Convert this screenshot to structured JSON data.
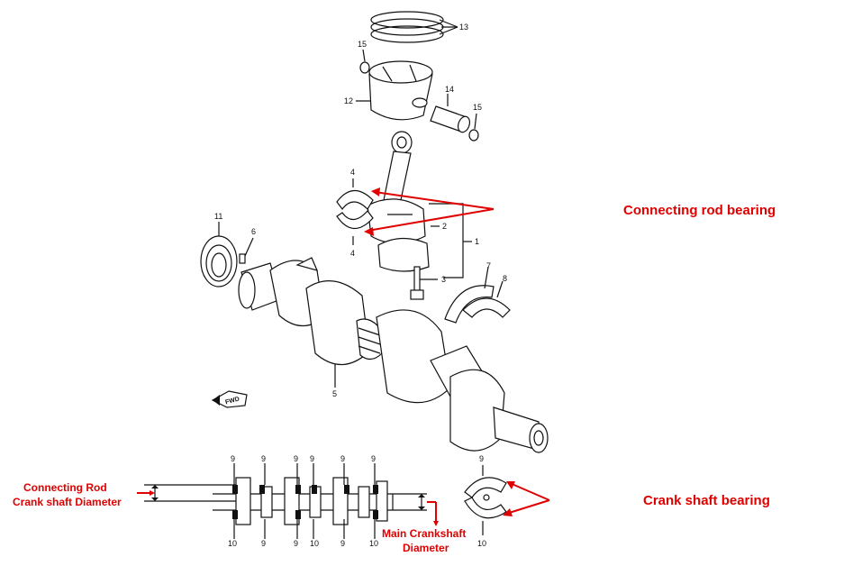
{
  "part_numbers": {
    "p1": "1",
    "p2": "2",
    "p3": "3",
    "p4_top": "4",
    "p4_bottom": "4",
    "p5": "5",
    "p6": "6",
    "p7": "7",
    "p8": "8",
    "p9_a": "9",
    "p9_b": "9",
    "p9_c": "9",
    "p9_d": "9",
    "p9_e": "9",
    "p9_f": "9",
    "p9_g": "9",
    "p9_h": "9",
    "p9_i": "9",
    "p9_bearing": "9",
    "p10_a": "10",
    "p10_b": "10",
    "p10_c": "10",
    "p10_bearing": "10",
    "p11": "11",
    "p12": "12",
    "p13": "13",
    "p14": "14",
    "p15_left": "15",
    "p15_right": "15"
  },
  "fwd_label": "FWD",
  "callouts": {
    "connecting_rod_bearing": "Connecting rod bearing",
    "crank_shaft_bearing": "Crank shaft bearing",
    "rod_diameter_line1": "Connecting Rod",
    "rod_diameter_line2": "Crank shaft Diameter",
    "main_diameter_line1": "Main Crankshaft",
    "main_diameter_line2": "Diameter"
  },
  "colors": {
    "callout": "#e00000",
    "ink": "#111111",
    "background": "#ffffff"
  }
}
